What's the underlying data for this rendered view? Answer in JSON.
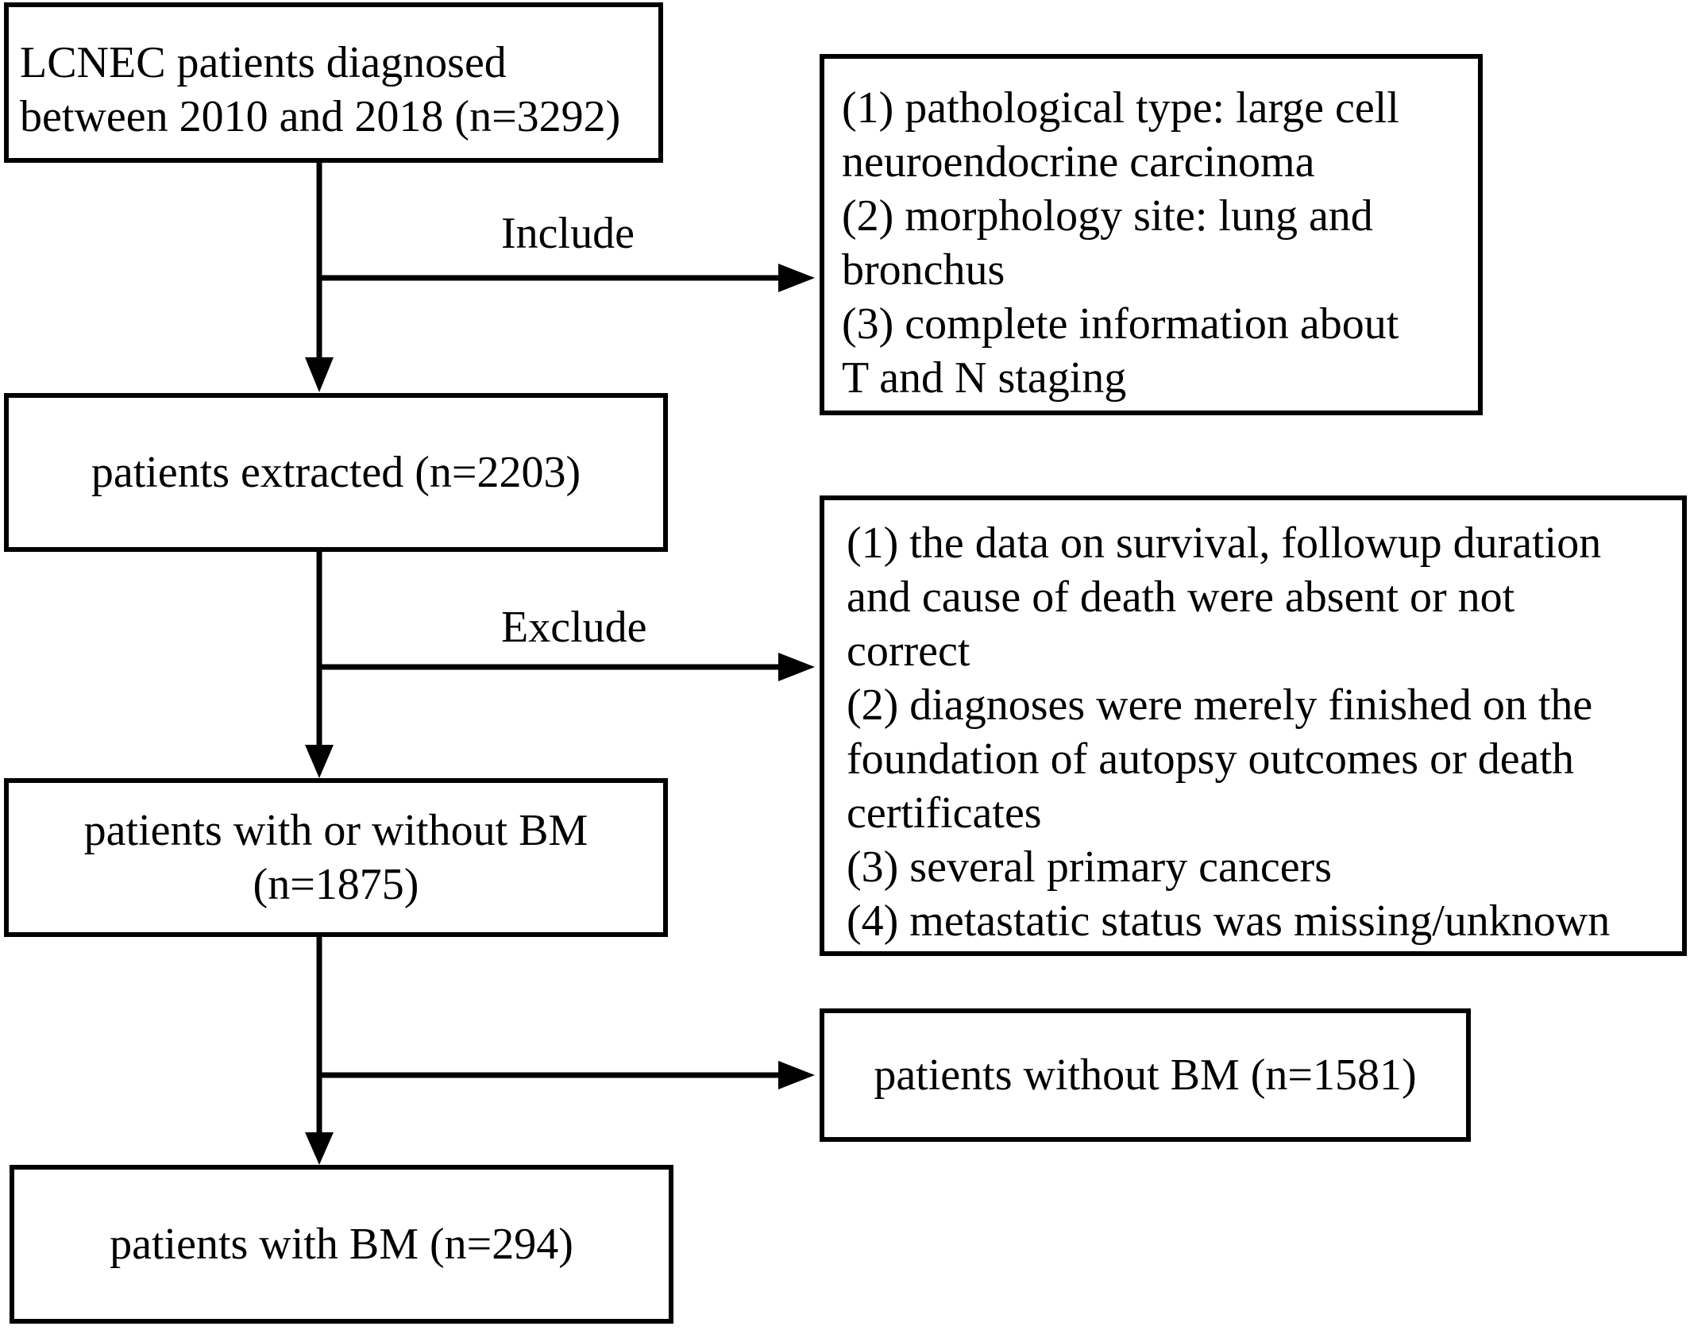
{
  "boxes": {
    "start": {
      "lines": [
        "LCNEC patients diagnosed",
        "between 2010 and 2018 (n=3292)"
      ]
    },
    "extracted": {
      "lines": [
        "patients extracted (n=2203)"
      ]
    },
    "bm_or_not": {
      "lines": [
        "patients with or without BM",
        "(n=1875)"
      ]
    },
    "with_bm": {
      "lines": [
        "patients with BM (n=294)"
      ]
    },
    "include_criteria": {
      "lines": [
        "(1) pathological type: large cell",
        "neuroendocrine carcinoma",
        "(2) morphology site: lung and",
        "bronchus",
        "(3) complete information about",
        "T and N staging"
      ]
    },
    "exclude_criteria": {
      "lines": [
        "(1) the data on survival, followup duration",
        "and cause of death were absent or not",
        "correct",
        "(2) diagnoses were merely finished on the",
        "foundation of autopsy outcomes or death",
        "certificates",
        "(3) several primary cancers",
        "(4) metastatic status was missing/unknown"
      ]
    },
    "without_bm": {
      "lines": [
        "patients without BM (n=1581)"
      ]
    }
  },
  "labels": {
    "include": "Include",
    "exclude": "Exclude"
  }
}
